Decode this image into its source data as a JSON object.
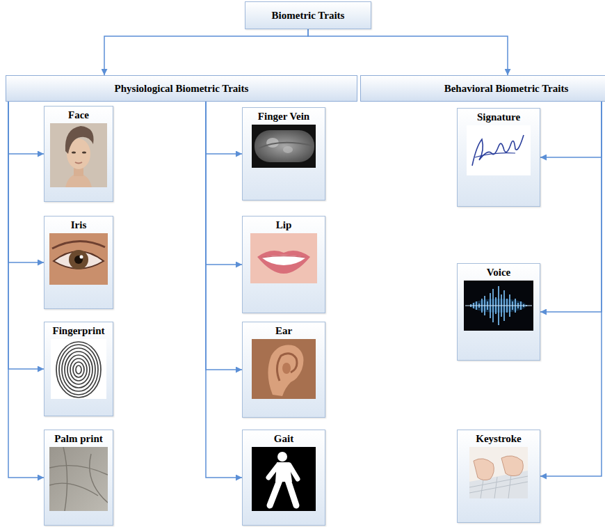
{
  "diagram": {
    "nodes": [
      {
        "text": [
          "Biometric Traits"
        ]
      },
      {
        "text": [
          "Physiological Biometric Traits"
        ]
      },
      {
        "text": [
          "Behavioral Biometric Traits"
        ]
      },
      {
        "text": [
          "Face"
        ]
      },
      {
        "text": [
          "Iris"
        ]
      },
      {
        "text": [
          "Fingerprint"
        ]
      },
      {
        "text": [
          "Palm print"
        ]
      },
      {
        "text": [
          "Finger Vein"
        ]
      },
      {
        "text": [
          "Lip"
        ]
      },
      {
        "text": [
          "Ear"
        ]
      },
      {
        "text": [
          "Gait"
        ]
      },
      {
        "text": [
          "Signature"
        ]
      },
      {
        "text": [
          "Voice"
        ]
      },
      {
        "text": [
          "Keystroke"
        ]
      }
    ],
    "edges": [
      {
        "from": 0,
        "to": 1,
        "arrow": "to"
      },
      {
        "from": 0,
        "to": 2,
        "arrow": "to"
      },
      {
        "from": 1,
        "to": 3,
        "arrow": "to"
      },
      {
        "from": 1,
        "to": 4,
        "arrow": "to"
      },
      {
        "from": 1,
        "to": 5,
        "arrow": "to"
      },
      {
        "from": 1,
        "to": 6,
        "arrow": "to"
      },
      {
        "from": 1,
        "to": 7,
        "arrow": "to"
      },
      {
        "from": 1,
        "to": 8,
        "arrow": "to"
      },
      {
        "from": 1,
        "to": 9,
        "arrow": "to"
      },
      {
        "from": 1,
        "to": 10,
        "arrow": "to"
      },
      {
        "from": 2,
        "to": 11,
        "arrow": "to"
      },
      {
        "from": 2,
        "to": 12,
        "arrow": "to"
      },
      {
        "from": 2,
        "to": 13,
        "arrow": "to"
      }
    ]
  }
}
